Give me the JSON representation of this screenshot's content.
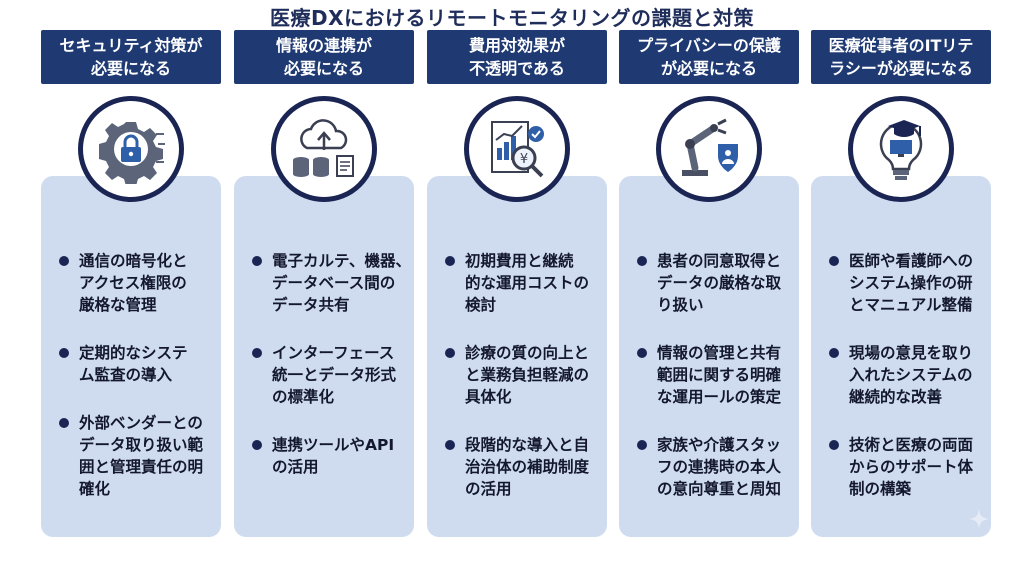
{
  "title": "医療DXにおけるリモートモニタリングの課題と対策",
  "columns": [
    {
      "heading": [
        "セキュリティ対策が",
        "必要になる"
      ],
      "icon": "gear-lock-icon",
      "bullets": [
        [
          "通信の暗号化と",
          "アクセス権限の",
          "厳格な管理"
        ],
        [
          "定期的なシステ",
          "ム監査の導入"
        ],
        [
          "外部ベンダーとの",
          "データ取り扱い範",
          "囲と管理責任の明",
          "確化"
        ]
      ]
    },
    {
      "heading": [
        "情報の連携が",
        "必要になる"
      ],
      "icon": "cloud-database-icon",
      "bullets": [
        [
          "電子カルテ、機器、",
          "データベース間の",
          "データ共有"
        ],
        [
          "インターフェース",
          "統一とデータ形式",
          "の標準化"
        ],
        [
          "連携ツールやAPI",
          "の活用"
        ]
      ]
    },
    {
      "heading": [
        "費用対効果が",
        "不透明である"
      ],
      "icon": "cost-analysis-icon",
      "bullets": [
        [
          "初期費用と継続",
          "的な運用コストの",
          "検討"
        ],
        [
          "診療の質の向上と",
          "と業務負担軽減の",
          "具体化"
        ],
        [
          "段階的な導入と自",
          "治治体の補助制度",
          "の活用"
        ]
      ]
    },
    {
      "heading": [
        "プライバシーの保護",
        "が必要になる"
      ],
      "icon": "robot-arm-shield-icon",
      "bullets": [
        [
          "患者の同意取得と",
          "データの厳格な取",
          "り扱い"
        ],
        [
          "情報の管理と共有",
          "範囲に関する明確",
          "な運用ールの策定"
        ],
        [
          "家族や介護スタッ",
          "フの連携時の本人",
          "の意向尊重と周知"
        ]
      ]
    },
    {
      "heading": [
        "医療従事者のITリテ",
        "ラシーが必要になる"
      ],
      "icon": "lightbulb-graduation-icon",
      "bullets": [
        [
          "医師や看護師への",
          "システム操作の研",
          "とマニュアル整備"
        ],
        [
          "現場の意見を取り",
          "入れたシステムの",
          "継続的な改善"
        ],
        [
          "技術と医療の両面",
          "からのサポート体",
          "制の構築"
        ]
      ]
    }
  ],
  "colors": {
    "header": "#1f3a73",
    "panel": "#cfdcef",
    "ring": "#1a2554"
  }
}
